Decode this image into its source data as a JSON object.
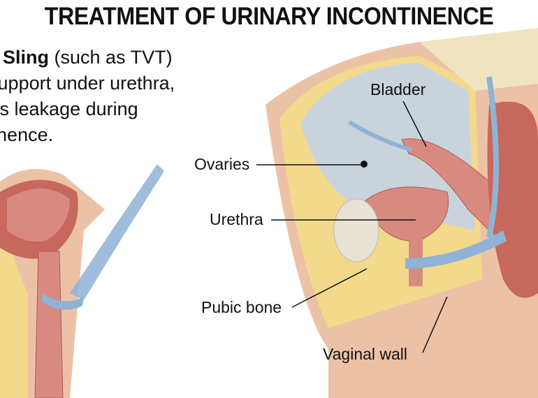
{
  "title": "TREATMENT OF URINARY INCONTINENCE",
  "description": {
    "line1_bold": "thral Sling",
    "line1_rest": " (such as TVT)",
    "line2": "ent support under urethra,",
    "line3": "whicts leakage during",
    "line4": "continence."
  },
  "labels": {
    "bladder": "Bladder",
    "ovaries": "Ovaries",
    "urethra": "Urethra",
    "pubic_bone": "Pubic bone",
    "vaginal_wall": "Vaginal wall"
  },
  "colors": {
    "tissue": "#d98a80",
    "fat": "#f2d98c",
    "bladder_space": "#c9d3dc",
    "sling": "#8fb3d6",
    "skin": "#ecc2a6"
  }
}
